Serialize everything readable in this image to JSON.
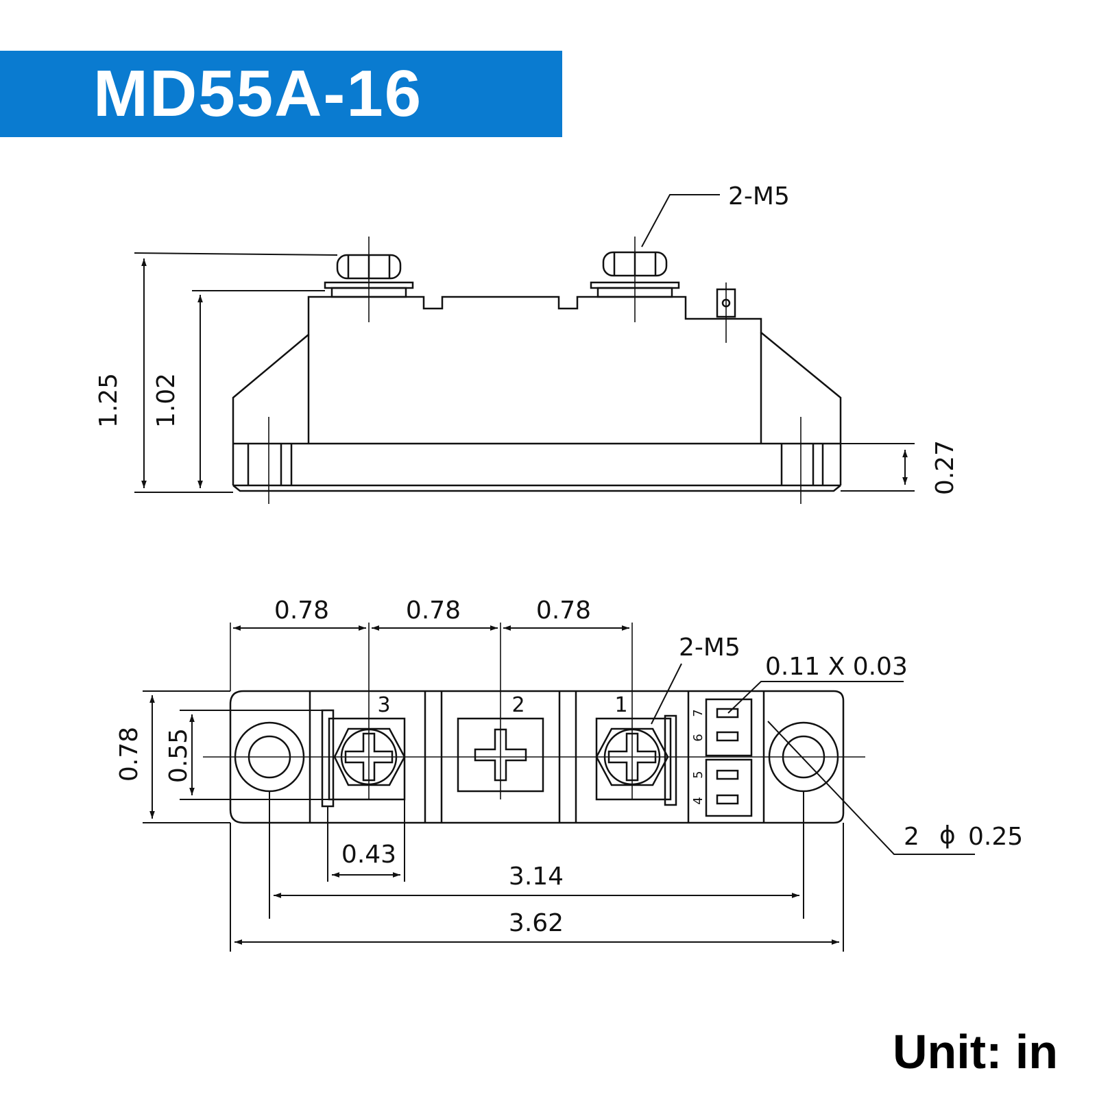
{
  "header": {
    "title": "MD55A-16",
    "accent_color": "#0a7bd0"
  },
  "footer": {
    "unit_label": "Unit: in"
  },
  "side_view": {
    "labels": {
      "screw": "2-M5",
      "total_height": "1.25",
      "body_height": "1.02",
      "base_height": "0.27"
    }
  },
  "top_view": {
    "labels": {
      "spacing_1": "0.78",
      "spacing_2": "0.78",
      "spacing_3": "0.78",
      "screw": "2-M5",
      "tab_size": "0.11 X 0.03",
      "width": "0.78",
      "terminal_width": "0.55",
      "terminal_pitch": "0.43",
      "hole_spacing": "3.14",
      "total_length": "3.62",
      "hole_count": "2",
      "hole_diameter_symbol": "ϕ",
      "hole_diameter": "0.25"
    },
    "terminals": [
      "3",
      "2",
      "1"
    ],
    "aux_pins": [
      "7",
      "6",
      "5",
      "4"
    ]
  }
}
